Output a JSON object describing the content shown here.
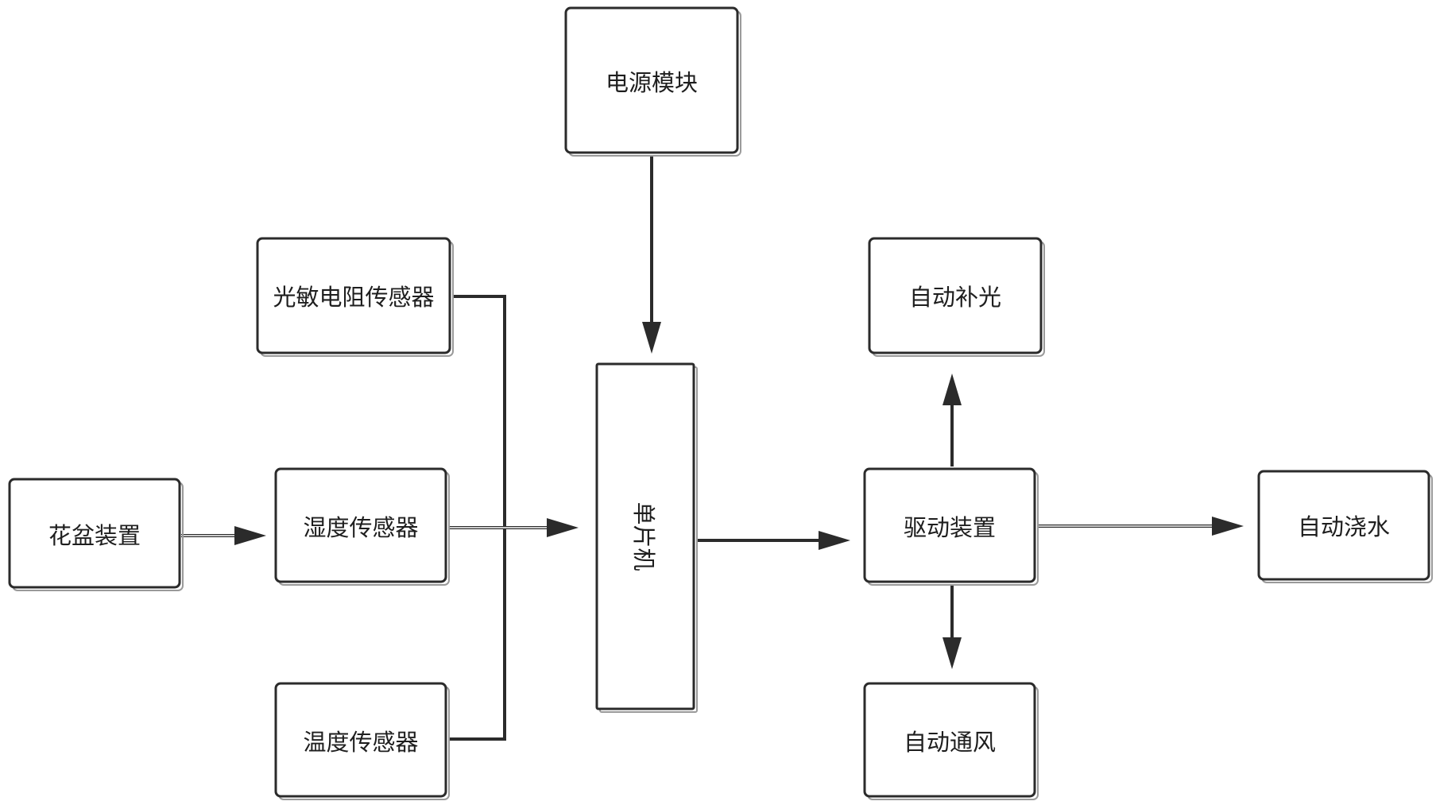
{
  "nodes": {
    "power": "电源模块",
    "light_sensor": "光敏电阻传感器",
    "pot": "花盆装置",
    "humidity_sensor": "湿度传感器",
    "temperature_sensor": "温度传感器",
    "mcu": "单片机",
    "driver": "驱动装置",
    "auto_light": "自动补光",
    "auto_water": "自动浇水",
    "auto_vent": "自动通风"
  },
  "colors": {
    "stroke": "#2b2b2b",
    "shadow": "#9a9a9a",
    "text": "#1e1e1e",
    "background": "#ffffff"
  }
}
